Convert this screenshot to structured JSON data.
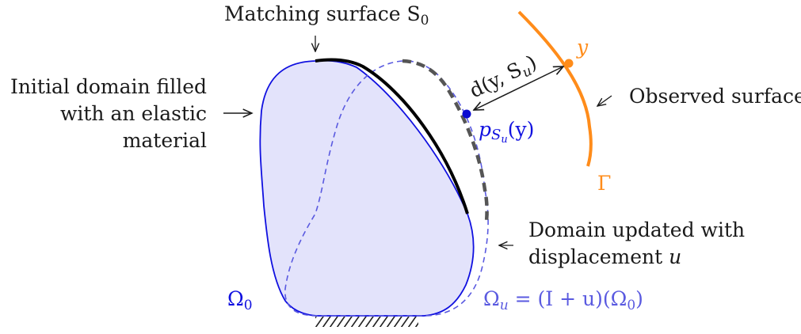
{
  "labels": {
    "matching_surface": "Matching surface S",
    "matching_surface_sub": "0",
    "initial_line1": "Initial domain filled",
    "initial_line2": "with an elastic",
    "initial_line3": "material",
    "observed_surface": "Observed surface",
    "updated_line1": "Domain updated with",
    "updated_line2": "displacement ",
    "updated_var": "u",
    "omega0": "Ω",
    "omega0_sub": "0",
    "omega_u_lhs": "Ω",
    "omega_u_sub": "u",
    "omega_u_rhs": " = (I + u)(Ω",
    "omega_u_rhs_sub": "0",
    "omega_u_close": ")",
    "gamma": "Γ",
    "y": "y",
    "distance_pre": "d(y, S",
    "distance_sub": "u",
    "distance_post": ")",
    "proj_p": "p",
    "proj_s": "S",
    "proj_sub": "u",
    "proj_post": "(y)"
  },
  "colors": {
    "initial_domain": "#1010e0",
    "domain_fill": "#e3e3fb",
    "updated_domain": "#5a5ae0",
    "matching_surface": "#000000",
    "updated_surface": "#555555",
    "observed_surface": "#ff8c1a",
    "projection_point": "#0a0ad0",
    "observed_point": "#ff8c1a",
    "arrow": "#1a1a1a"
  }
}
